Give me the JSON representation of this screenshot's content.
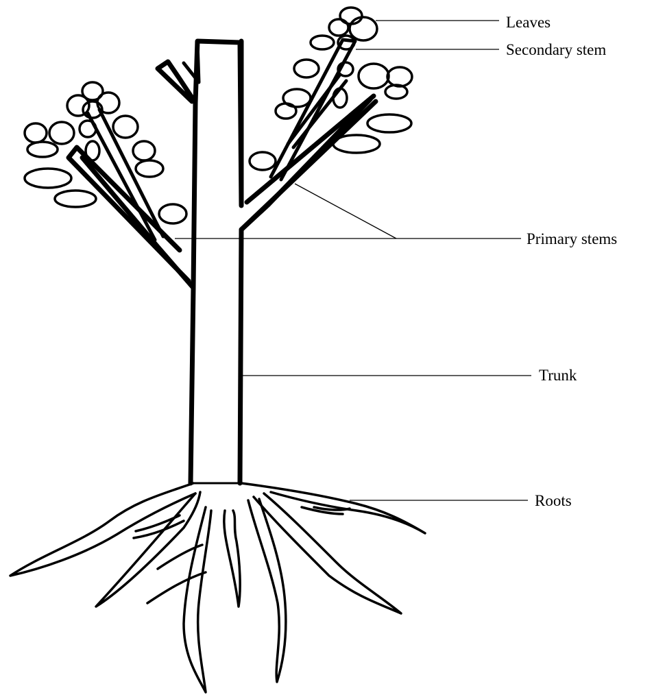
{
  "diagram": {
    "labels": {
      "leaves": "Leaves",
      "secondary_stem": "Secondary stem",
      "primary_stems": "Primary stems",
      "trunk": "Trunk",
      "roots": "Roots"
    }
  }
}
